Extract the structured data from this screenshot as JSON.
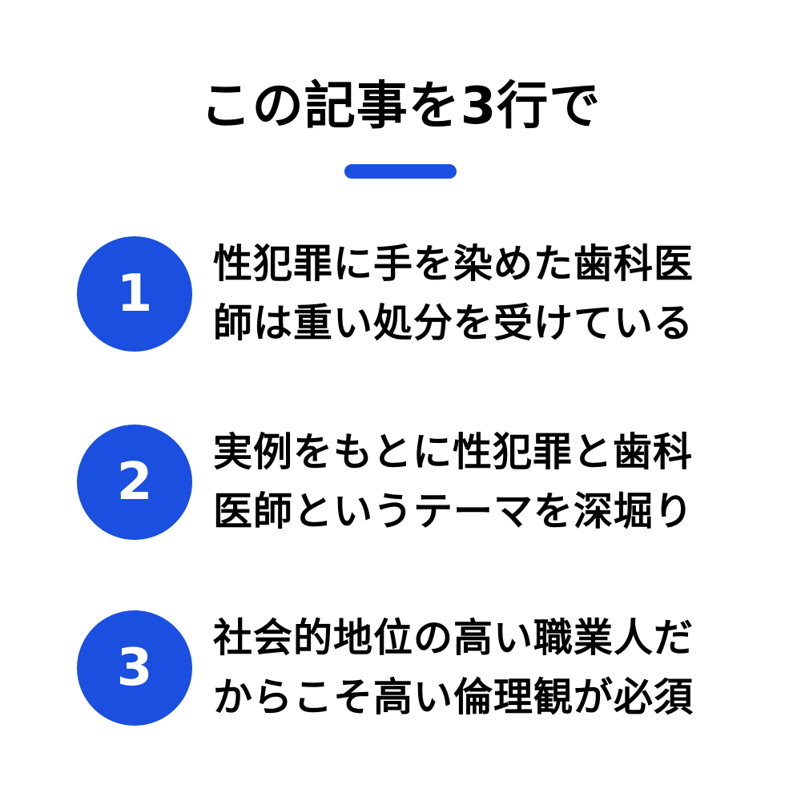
{
  "title": "この記事を3行で",
  "accent_color": "#1a4fe0",
  "items": [
    {
      "number": "1",
      "line1": "性犯罪に手を染めた歯科医",
      "line2": "師は重い処分を受けている"
    },
    {
      "number": "2",
      "line1": "実例をもとに性犯罪と歯科",
      "line2": "医師というテーマを深堀り"
    },
    {
      "number": "3",
      "line1": "社会的地位の高い職業人だ",
      "line2": "からこそ高い倫理観が必須"
    }
  ]
}
